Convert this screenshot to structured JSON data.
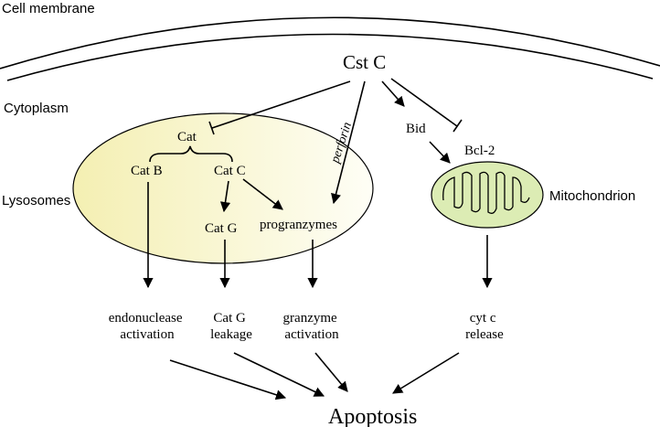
{
  "regions": {
    "cell_membrane": "Cell membrane",
    "cytoplasm": "Cytoplasm",
    "lysosomes": "Lysosomes",
    "mitochondrion": "Mitochondrion"
  },
  "nodes": {
    "cst_c": "Cst C",
    "cat": "Cat",
    "cat_b": "Cat B",
    "cat_c": "Cat C",
    "cat_g": "Cat G",
    "progranzymes": "progranzymes",
    "bid": "Bid",
    "bcl2": "Bcl-2",
    "perforin": "perforin",
    "apoptosis": "Apoptosis"
  },
  "outcomes": {
    "endonuclease_1": "endonuclease",
    "endonuclease_2": "activation",
    "catg_leak_1": "Cat G",
    "catg_leak_2": "leakage",
    "granzyme_1": "granzyme",
    "granzyme_2": "activation",
    "cytc_1": "cyt c",
    "cytc_2": "release"
  },
  "colors": {
    "lysosome_fill_left": "#f4efb2",
    "lysosome_fill_right": "#fefef6",
    "mitochondrion_fill": "#dcecb4",
    "line": "#000000"
  }
}
